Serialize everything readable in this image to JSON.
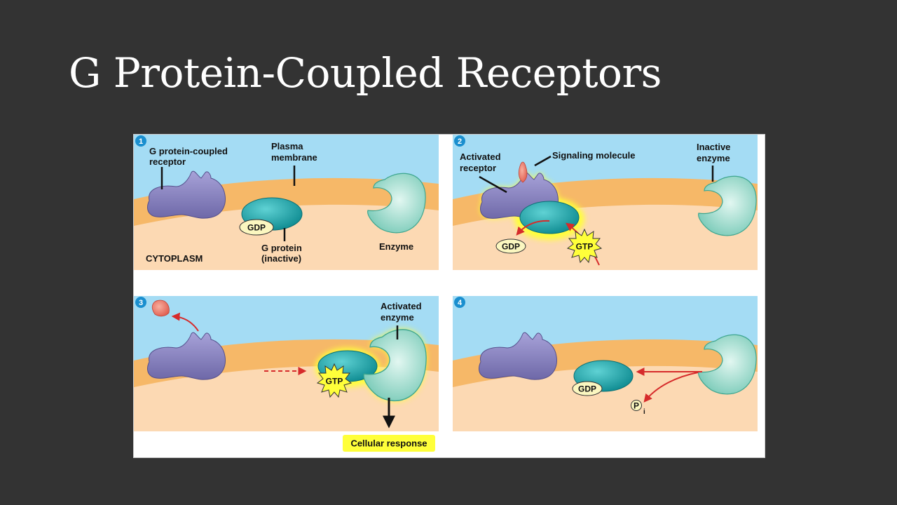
{
  "slide": {
    "title": "G Protein-Coupled Receptors"
  },
  "panels": [
    {
      "step": "1",
      "labels": {
        "receptor_line1": "G protein-coupled",
        "receptor_line2": "receptor",
        "membrane_line1": "Plasma",
        "membrane_line2": "membrane",
        "gdp": "GDP",
        "gprotein_line1": "G protein",
        "gprotein_line2": "(inactive)",
        "enzyme": "Enzyme",
        "cytoplasm": "CYTOPLASM"
      }
    },
    {
      "step": "2",
      "labels": {
        "receptor_line1": "Activated",
        "receptor_line2": "receptor",
        "signal": "Signaling molecule",
        "enzyme_line1": "Inactive",
        "enzyme_line2": "enzyme",
        "gdp": "GDP",
        "gtp": "GTP"
      }
    },
    {
      "step": "3",
      "labels": {
        "enzyme_line1": "Activated",
        "enzyme_line2": "enzyme",
        "gtp": "GTP",
        "response": "Cellular response"
      }
    },
    {
      "step": "4",
      "labels": {
        "gdp": "GDP",
        "pi_main": "P",
        "pi_sub": "i"
      }
    }
  ],
  "colors": {
    "sky": "#a4dcf4",
    "membrane": "#f6b868",
    "cytoplasm": "#fcd9b3",
    "receptor": "#8a84c0",
    "gprotein": "#1aa5ab",
    "enzyme": "#8fd6c6",
    "arrow": "#d62b2b",
    "glow": "#ffff3a",
    "badge": "#1a8fcf"
  }
}
